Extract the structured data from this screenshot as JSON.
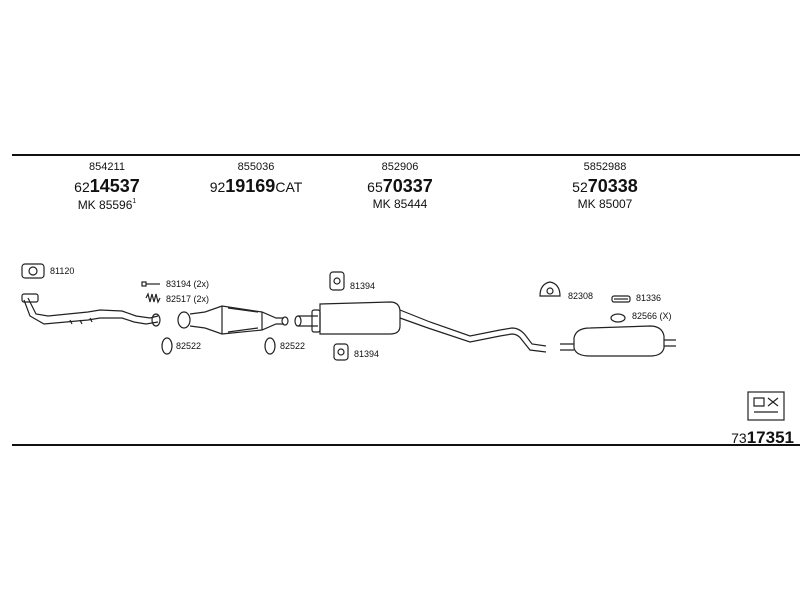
{
  "headers": [
    {
      "top": "854211",
      "mid_prefix": "62",
      "mid_bold": "14537",
      "mid_suffix": "",
      "bot": "MK 85596",
      "bot_sup": "1"
    },
    {
      "top": "855036",
      "mid_prefix": "92",
      "mid_bold": "19169",
      "mid_suffix": "CAT",
      "bot": "",
      "bot_sup": ""
    },
    {
      "top": "852906",
      "mid_prefix": "65",
      "mid_bold": "70337",
      "mid_suffix": "",
      "bot": "MK 85444",
      "bot_sup": ""
    },
    {
      "top": "5852988",
      "mid_prefix": "52",
      "mid_bold": "70338",
      "mid_suffix": "",
      "bot": "MK 85007",
      "bot_sup": ""
    }
  ],
  "parts": {
    "gasket_front": "81120",
    "bolt": "83194 (2x)",
    "spring": "82517 (2x)",
    "ring_1": "82522",
    "ring_2": "82522",
    "rubber_mount_upper": "81394",
    "rubber_mount_lower": "81394",
    "hanger": "82308",
    "clamp": "81336",
    "ring_rear": "82566 (X)"
  },
  "reference": {
    "prefix": "73",
    "bold": "17351"
  }
}
